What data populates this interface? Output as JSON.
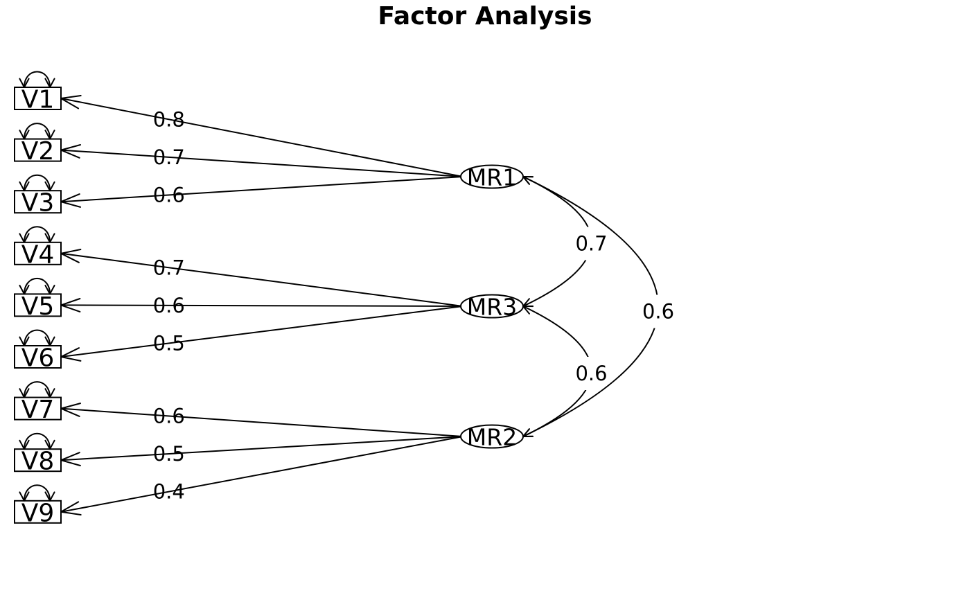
{
  "title": "Factor Analysis",
  "diagram": {
    "type": "factor-analysis-path-diagram",
    "factors": [
      {
        "name": "MR1",
        "indicators": [
          {
            "variable": "V1",
            "loading": "0.8"
          },
          {
            "variable": "V2",
            "loading": "0.7"
          },
          {
            "variable": "V3",
            "loading": "0.6"
          }
        ]
      },
      {
        "name": "MR3",
        "indicators": [
          {
            "variable": "V4",
            "loading": "0.7"
          },
          {
            "variable": "V5",
            "loading": "0.6"
          },
          {
            "variable": "V6",
            "loading": "0.5"
          }
        ]
      },
      {
        "name": "MR2",
        "indicators": [
          {
            "variable": "V7",
            "loading": "0.6"
          },
          {
            "variable": "V8",
            "loading": "0.5"
          },
          {
            "variable": "V9",
            "loading": "0.4"
          }
        ]
      }
    ],
    "correlations": [
      {
        "between": [
          "MR1",
          "MR3"
        ],
        "value": "0.7"
      },
      {
        "between": [
          "MR3",
          "MR2"
        ],
        "value": "0.6"
      },
      {
        "between": [
          "MR1",
          "MR2"
        ],
        "value": "0.6"
      }
    ],
    "colors": {
      "stroke": "#000000",
      "background": "#ffffff"
    }
  }
}
